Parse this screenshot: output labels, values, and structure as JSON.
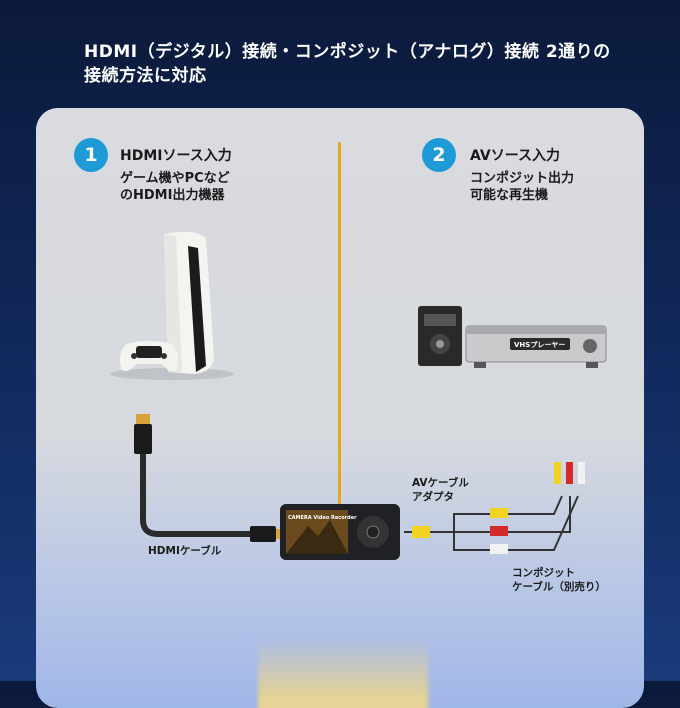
{
  "header": {
    "title": "HDMI（デジタル）接続・コンポジット（アナログ）接続 2通りの接続方法に対応"
  },
  "left": {
    "number": "1",
    "heading": "HDMIソース入力",
    "subheading": "ゲーム機やPCなど\nのHDMI出力機器",
    "cable_label": "HDMIケーブル"
  },
  "right": {
    "number": "2",
    "heading": "AVソース入力",
    "subheading": "コンポジット出力\n可能な再生機",
    "vhs_label": "VHSプレーヤー",
    "adapter_label": "AVケーブル\nアダプタ",
    "composite_label": "コンポジット\nケーブル（別売り）"
  },
  "device": {
    "screen_title": "CAMERA Video Recorder"
  },
  "colors": {
    "accent_number": "#1e9ad6",
    "divider": "#e3a91a",
    "rca_yellow": "#f2d321",
    "rca_red": "#d42a2a",
    "rca_white": "#f2f2f2"
  },
  "icons": [
    "game-console-icon",
    "game-controller-icon",
    "vhs-cassette-icon",
    "vhs-player-icon",
    "hdmi-cable-icon",
    "video-recorder-icon",
    "rca-cable-icon"
  ]
}
